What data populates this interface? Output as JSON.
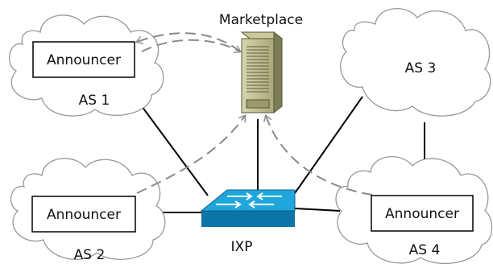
{
  "marketplace": {
    "label": "Marketplace"
  },
  "ixp": {
    "label": "IXP"
  },
  "autonomous_systems": [
    {
      "label": "AS 1",
      "announcer": "Announcer"
    },
    {
      "label": "AS 2",
      "announcer": "Announcer"
    },
    {
      "label": "AS 3",
      "announcer": ""
    },
    {
      "label": "AS 4",
      "announcer": "Announcer"
    }
  ],
  "colors": {
    "cloud_stroke": "#8f9a9a",
    "server_body": "#b9b98a",
    "server_dark": "#7c7c55",
    "switch_top": "#1fa7dc",
    "switch_side": "#0d74a8",
    "link_line": "#000000",
    "dashed_arrow": "#8a8a8a"
  }
}
